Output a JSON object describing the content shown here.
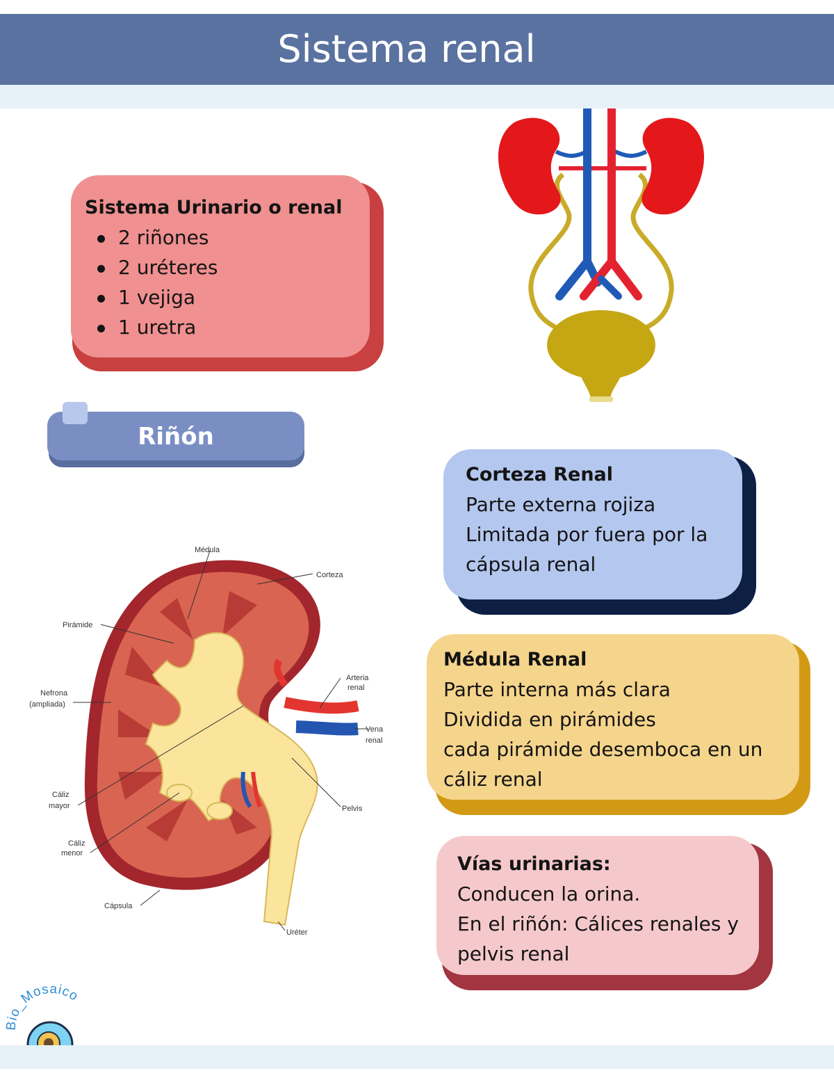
{
  "header": {
    "title": "Sistema renal"
  },
  "urinary_card": {
    "title": "Sistema Urinario o renal",
    "items": [
      "2 riñones",
      "2 uréteres",
      "1 vejiga",
      "1 uretra"
    ]
  },
  "kidney_section": {
    "label": "Riñón"
  },
  "corteza_card": {
    "title": "Corteza Renal",
    "lines": [
      "Parte externa rojiza",
      "Limitada por fuera por la",
      "cápsula renal"
    ]
  },
  "medula_card": {
    "title": "Médula Renal",
    "lines": [
      "Parte interna más clara",
      "Dividida en pirámides",
      "cada pirámide desemboca en un",
      "cáliz renal"
    ]
  },
  "vias_card": {
    "title": "Vías urinarias:",
    "lines": [
      "Conducen la orina.",
      "En el riñón: Cálices renales y",
      "pelvis renal"
    ]
  },
  "kidney_diagram": {
    "labels": {
      "medula": "Médula",
      "corteza": "Corteza",
      "piramide": "Pirámide",
      "arteria_1": "Arteria",
      "arteria_2": "renal",
      "nefrona_1": "Nefrona",
      "nefrona_2": "(ampliada)",
      "vena_1": "Vena",
      "vena_2": "renal",
      "caliz_mayor_1": "Cáliz",
      "caliz_mayor_2": "mayor",
      "pelvis": "Pelvis",
      "caliz_menor_1": "Cáliz",
      "caliz_menor_2": "menor",
      "capsula": "Cápsula",
      "ureter": "Uréter"
    }
  },
  "logo": {
    "text": "Bio_Mosaico"
  },
  "colors": {
    "header": "#5a72a0",
    "band": "#e6f1f8",
    "urinary_card": "#f09090",
    "corteza_card": "#b4c7ee",
    "medula_card": "#f5d58c",
    "vias_card": "#f5c9cb",
    "pill": "#7b8ec4"
  }
}
